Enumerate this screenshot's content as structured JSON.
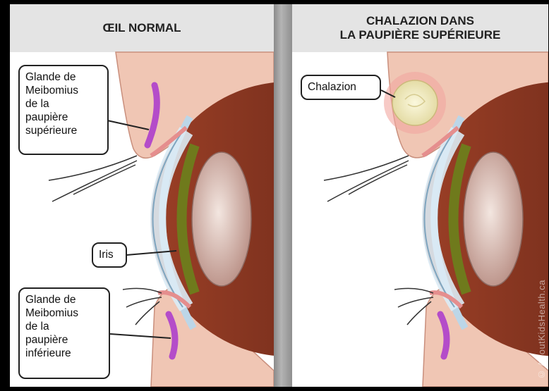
{
  "panels": [
    {
      "title": "ŒIL NORMAL",
      "labels": {
        "upper_gland": "Glande de\nMeibomius\nde la\npaupière\nsupérieure",
        "iris": "Iris",
        "lower_gland": "Glande de\nMeibomius\nde la\npaupière\ninférieure"
      }
    },
    {
      "title": "CHALAZION DANS\nLA PAUPIÈRE SUPÉRIEURE",
      "labels": {
        "chalazion": "Chalazion"
      }
    }
  ],
  "watermark": "© AboutKidsHealth.ca",
  "colors": {
    "skin": "#f0c6b4",
    "eyeball": "#7a2f1f",
    "iris": "#6f7a1c",
    "lens": "#d7b8ad",
    "cornea": "#cfe3f0",
    "gland": "#b44cc9",
    "chalazion": "#f3efc4"
  }
}
